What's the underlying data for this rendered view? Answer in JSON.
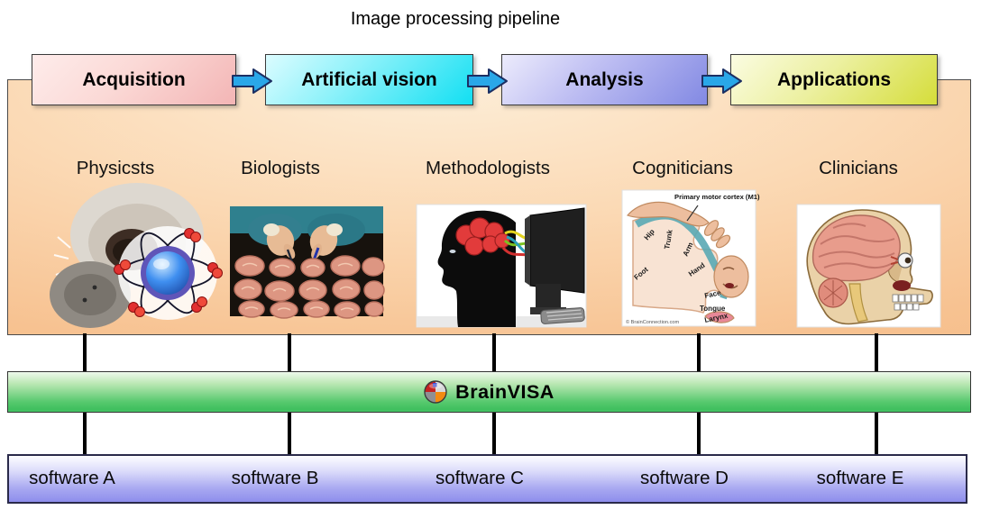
{
  "title": "Image processing pipeline",
  "pipeline": {
    "stages": [
      {
        "label": "Acquisition",
        "color": "#f3b5b5"
      },
      {
        "label": "Artificial vision",
        "color": "#12dff2"
      },
      {
        "label": "Analysis",
        "color": "#8289e3"
      },
      {
        "label": "Applications",
        "color": "#d5dd3a"
      }
    ],
    "arrow_color": "#2aa7e8"
  },
  "professions": [
    {
      "label": "Physicsts",
      "image": "atom-model-montage"
    },
    {
      "label": "Biologists",
      "image": "brain-slices-dissection-photo"
    },
    {
      "label": "Methodologists",
      "image": "head-wired-to-computer-illustration"
    },
    {
      "label": "Cogniticians",
      "image": "motor-homunculus-diagram"
    },
    {
      "label": "Clinicians",
      "image": "sagittal-head-anatomy-illustration"
    }
  ],
  "homunculus": {
    "caption": "Primary motor cortex (M1)",
    "regions": [
      "Hip",
      "Trunk",
      "Arm",
      "Hand",
      "Face",
      "Tongue",
      "Larynx",
      "Foot"
    ],
    "credit": "© BrainConnection.com"
  },
  "platform": {
    "name": "BrainVISA"
  },
  "software": [
    {
      "label": "software A"
    },
    {
      "label": "software B"
    },
    {
      "label": "software C"
    },
    {
      "label": "software D"
    },
    {
      "label": "software E"
    }
  ],
  "colors": {
    "panel_orange": "#f7c291",
    "brainvisa_green": "#3fbf5e",
    "software_purple": "#8e8eec",
    "arrow_blue": "#2aa7e8"
  }
}
